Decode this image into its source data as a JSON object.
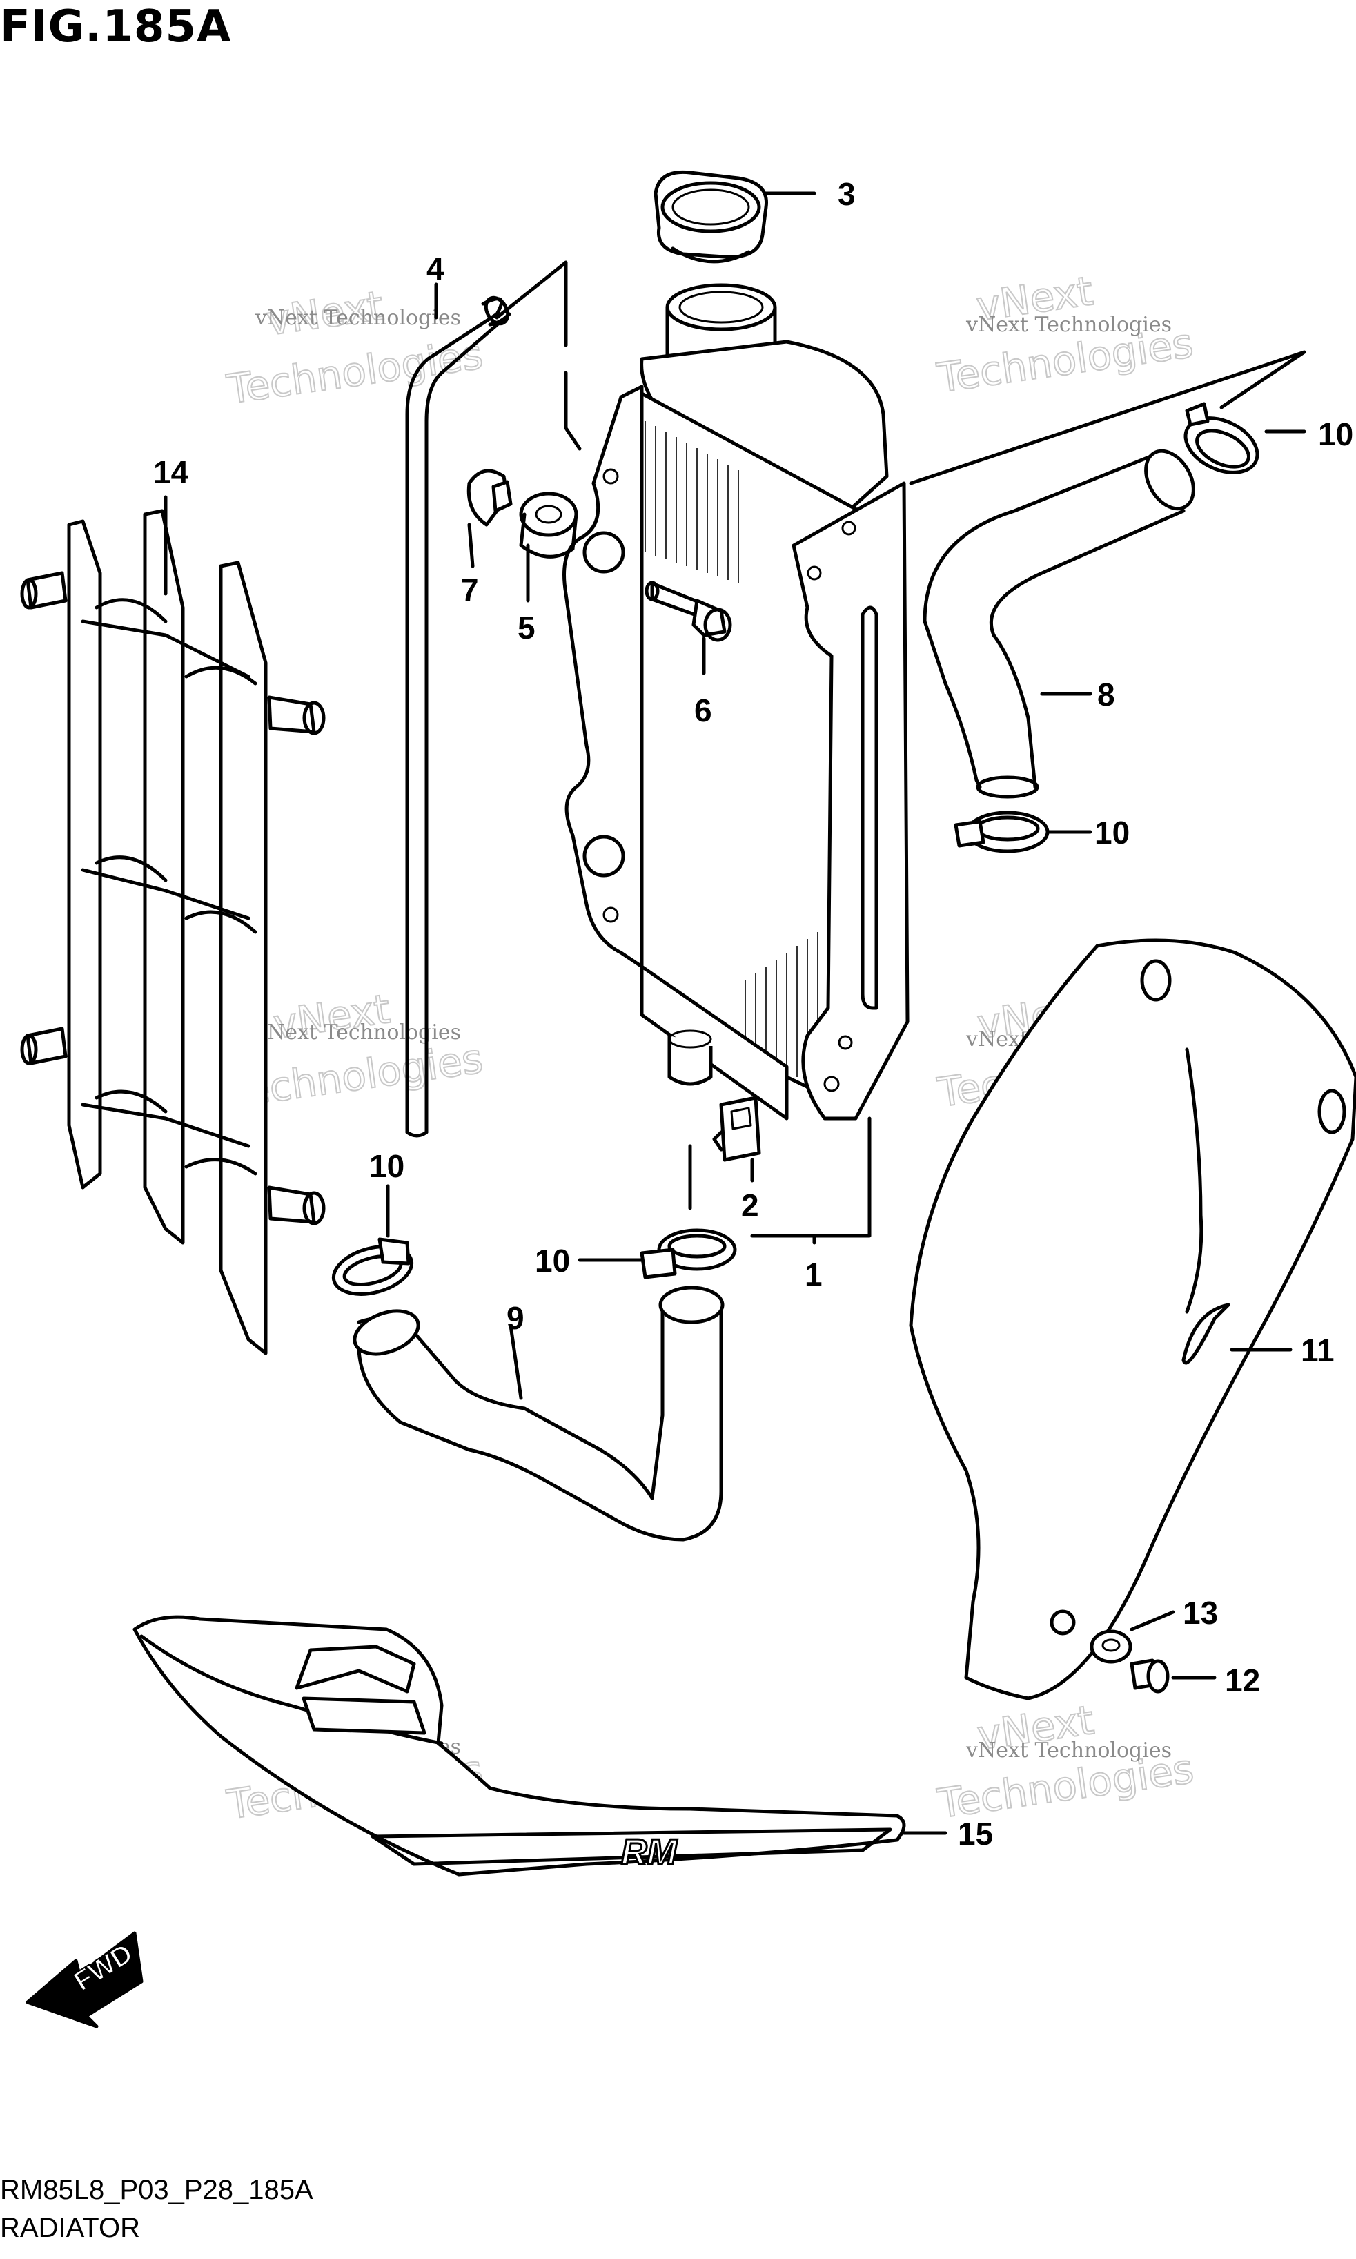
{
  "figure": {
    "title": "FIG.185A"
  },
  "callouts": [
    {
      "id": "c1",
      "label": "1"
    },
    {
      "id": "c2",
      "label": "2"
    },
    {
      "id": "c3",
      "label": "3"
    },
    {
      "id": "c4",
      "label": "4"
    },
    {
      "id": "c5",
      "label": "5"
    },
    {
      "id": "c6",
      "label": "6"
    },
    {
      "id": "c7",
      "label": "7"
    },
    {
      "id": "c8",
      "label": "8"
    },
    {
      "id": "c9",
      "label": "9"
    },
    {
      "id": "c10a",
      "label": "10"
    },
    {
      "id": "c10b",
      "label": "10"
    },
    {
      "id": "c10c",
      "label": "10"
    },
    {
      "id": "c10d",
      "label": "10"
    },
    {
      "id": "c11",
      "label": "11"
    },
    {
      "id": "c12",
      "label": "12"
    },
    {
      "id": "c13",
      "label": "13"
    },
    {
      "id": "c14",
      "label": "14"
    },
    {
      "id": "c15",
      "label": "15"
    }
  ],
  "watermark": {
    "line1": "vNext Technologies",
    "big_line1": "vNext",
    "big_line2": "Technologies"
  },
  "badges": {
    "fwd": "FWD",
    "rm_logo": "RM"
  },
  "footer": {
    "code": "RM85L8_P03_P28_185A",
    "name": "RADIATOR"
  }
}
